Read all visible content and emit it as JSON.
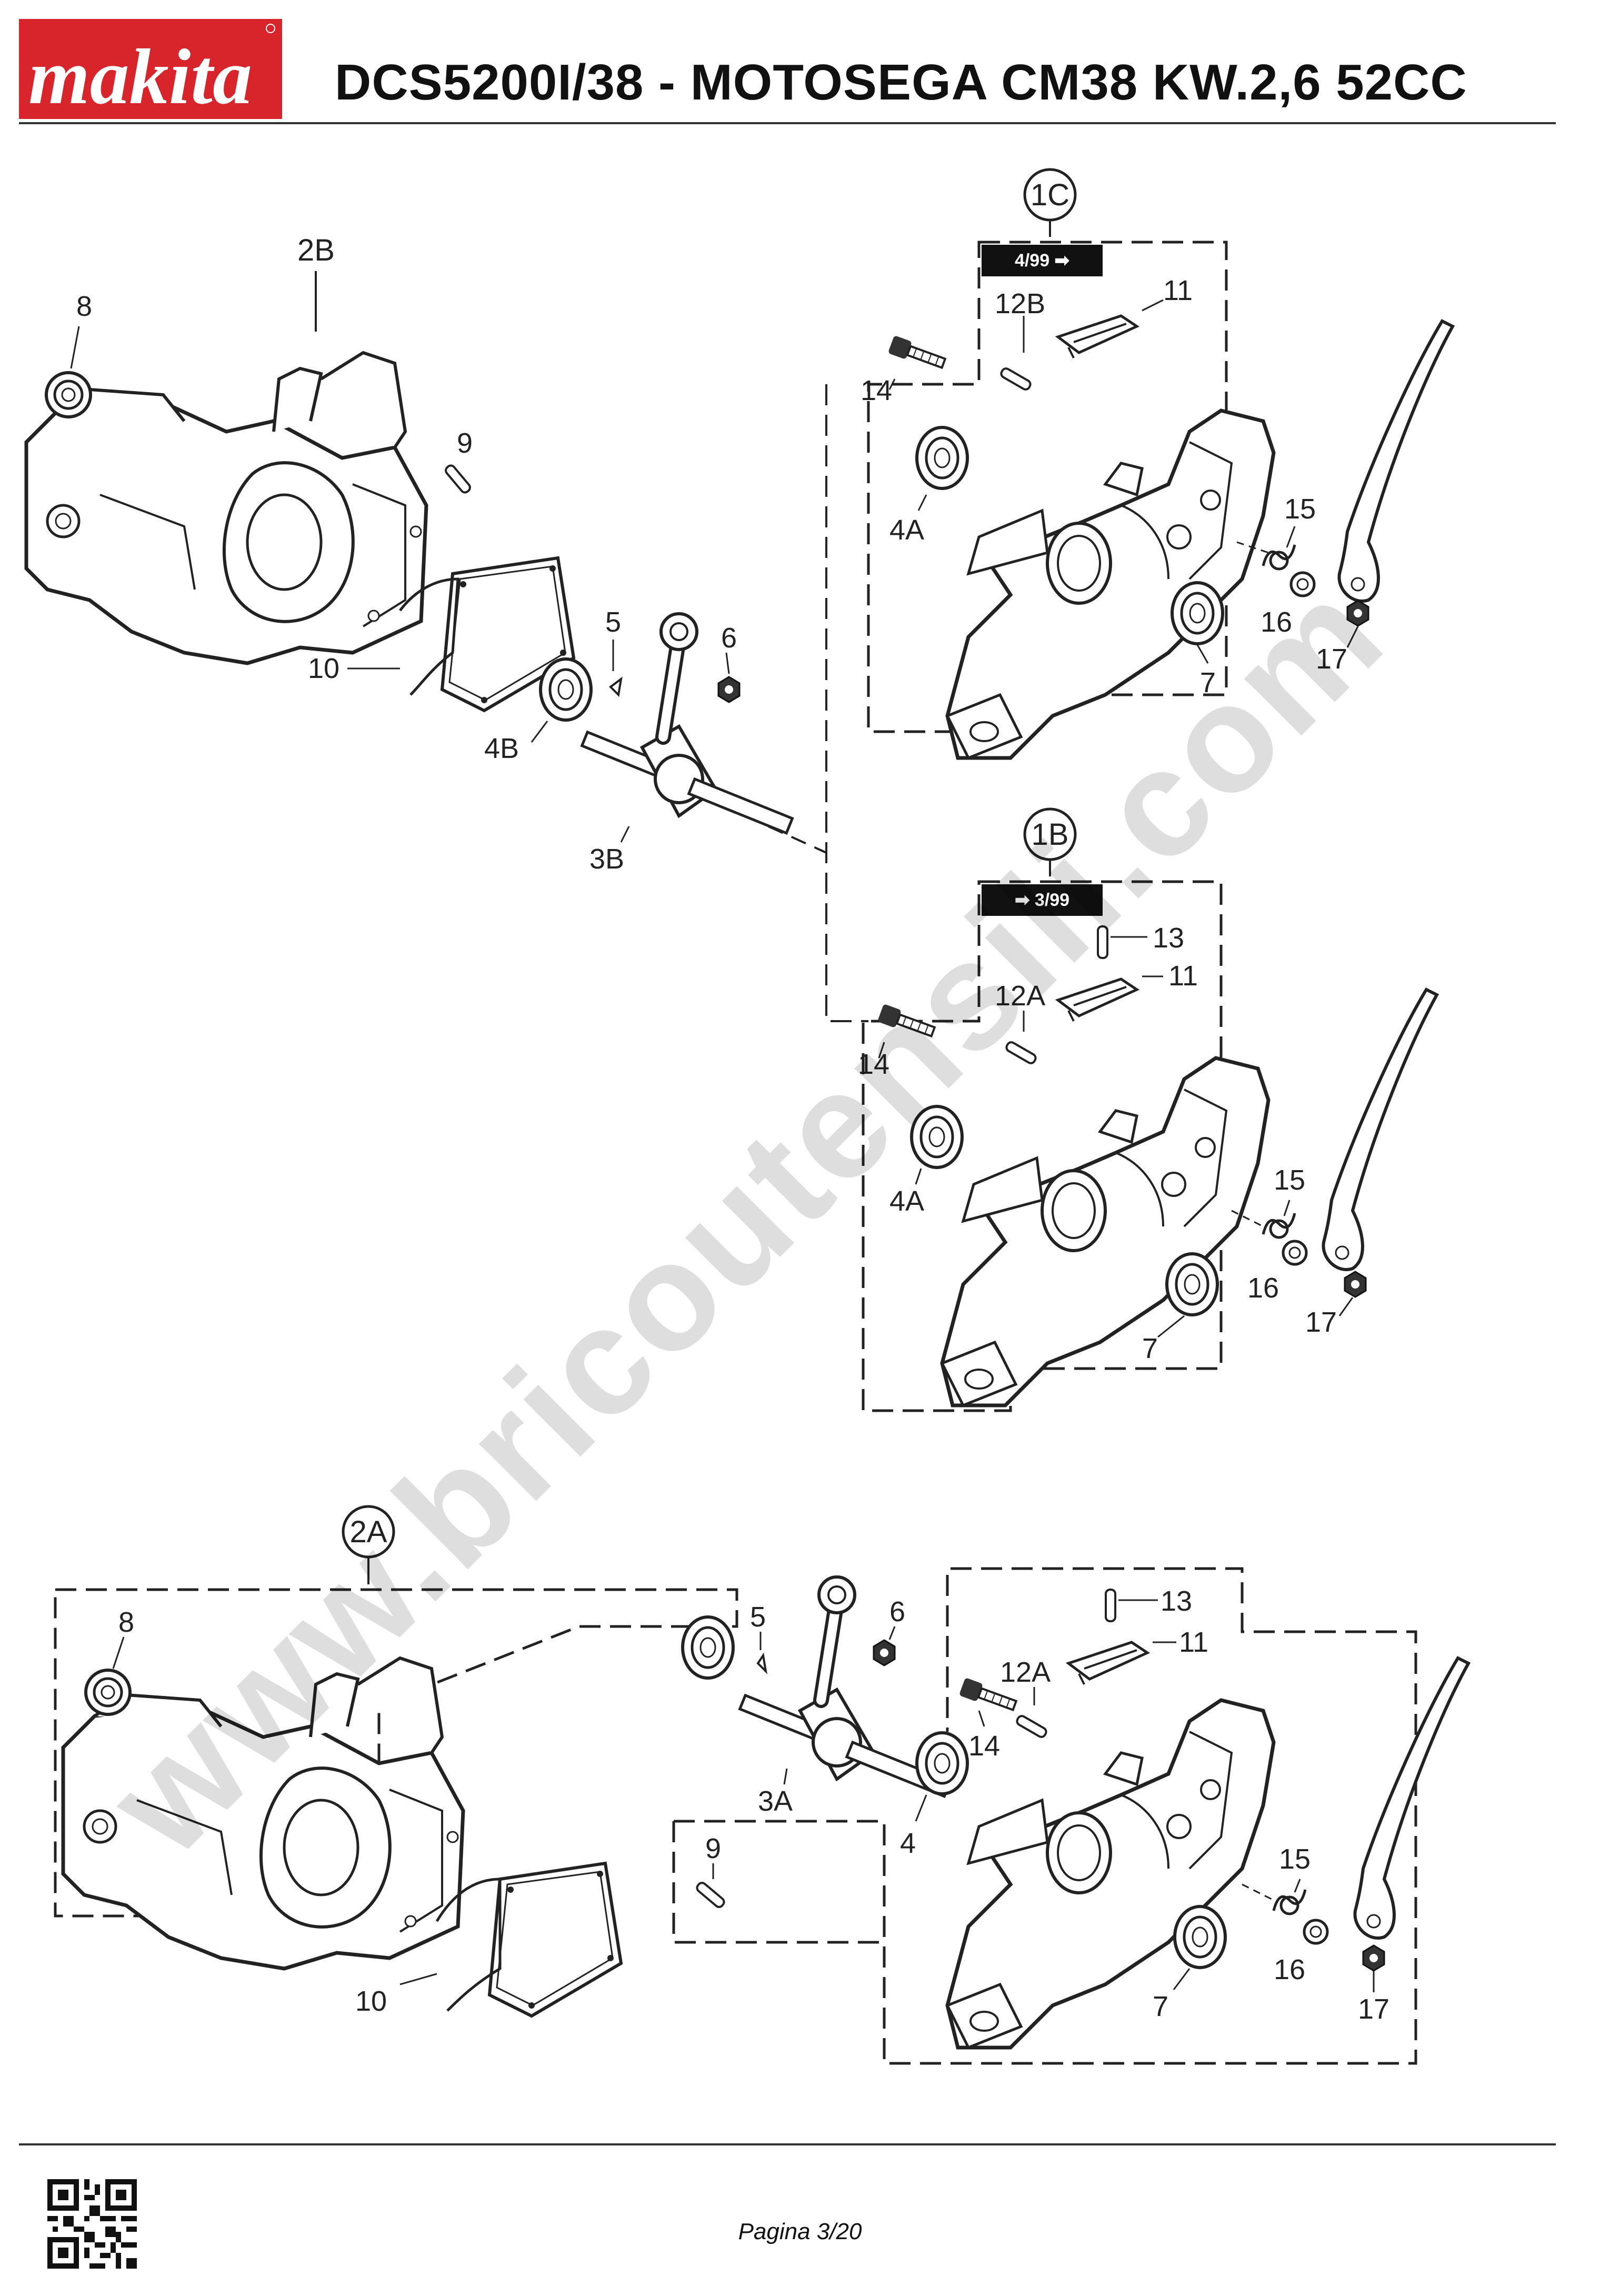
{
  "header": {
    "brand": "makita",
    "title": "DCS5200I/38 - MOTOSEGA CM38 KW.2,6 52CC"
  },
  "watermark": "www.bricoutensili.com",
  "groups": {
    "g1C": {
      "ref": "1C",
      "badge": "4/99 ➡"
    },
    "g1B": {
      "ref": "1B",
      "badge": "➡ 3/99"
    },
    "g2A": {
      "ref": "2A"
    },
    "g2B": {
      "ref": "2B"
    }
  },
  "labels": {
    "upper_left": [
      "8",
      "9",
      "10",
      "5",
      "6",
      "4B",
      "3B"
    ],
    "top_right": [
      "12B",
      "11",
      "14",
      "4A",
      "15",
      "16",
      "17",
      "7"
    ],
    "mid_right": [
      "13",
      "11",
      "12A",
      "14",
      "4A",
      "15",
      "16",
      "17",
      "7"
    ],
    "bottom": [
      "8",
      "5",
      "6",
      "13",
      "11",
      "12A",
      "14",
      "3A",
      "4",
      "9",
      "15",
      "16",
      "17",
      "7",
      "10"
    ]
  },
  "footer": {
    "page": "Pagina 3/20"
  },
  "icons": {
    "logo": "makita-logo",
    "qr": "qr-code-icon"
  }
}
